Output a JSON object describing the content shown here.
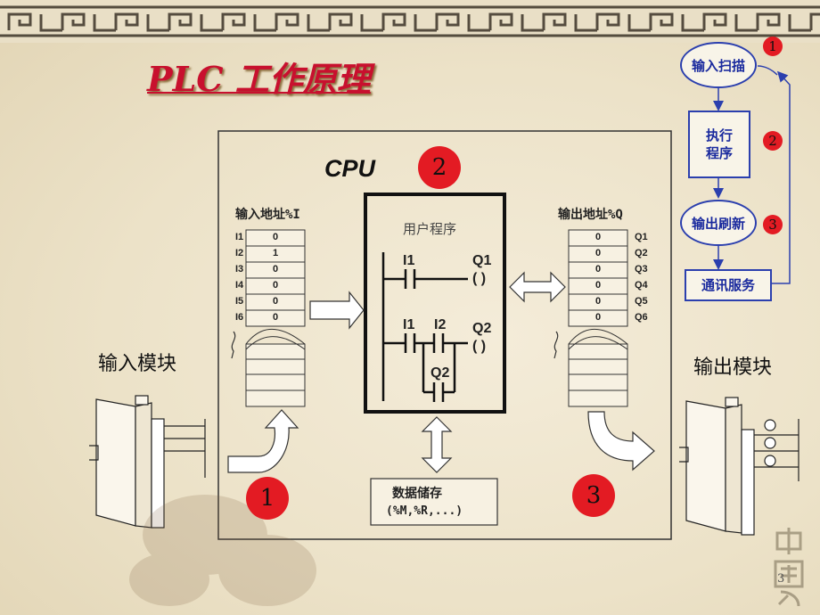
{
  "title": "PLC  工作原理",
  "page_number": "3",
  "cpu_label": "CPU",
  "markers": {
    "one": "1",
    "two": "2",
    "three": "3"
  },
  "program_box": {
    "title": "用户程序",
    "rung1": {
      "contact": "I1",
      "coil": "Q1",
      "coil_symbol": "(  )"
    },
    "rung2": {
      "contact_a": "I1",
      "contact_b": "I2",
      "coil": "Q2",
      "coil_symbol": "(  )",
      "branch": "Q2"
    }
  },
  "input_table": {
    "header": "输入地址%I",
    "rows": [
      {
        "addr": "I1",
        "val": "0"
      },
      {
        "addr": "I2",
        "val": "1"
      },
      {
        "addr": "I3",
        "val": "0"
      },
      {
        "addr": "I4",
        "val": "0"
      },
      {
        "addr": "I5",
        "val": "0"
      },
      {
        "addr": "I6",
        "val": "0"
      }
    ]
  },
  "output_table": {
    "header": "输出地址%Q",
    "rows": [
      {
        "addr": "Q1",
        "val": "0"
      },
      {
        "addr": "Q2",
        "val": "0"
      },
      {
        "addr": "Q3",
        "val": "0"
      },
      {
        "addr": "Q4",
        "val": "0"
      },
      {
        "addr": "Q5",
        "val": "0"
      },
      {
        "addr": "Q6",
        "val": "0"
      }
    ]
  },
  "data_store": {
    "line1": "数据储存",
    "line2": "(%M,%R,...)"
  },
  "input_module": "输入模块",
  "output_module": "输出模块",
  "flow": {
    "step1": "输入扫描",
    "step2": "执行\n程序",
    "step3": "输出刷新",
    "step4": "通讯服务"
  },
  "flow_markers": [
    "1",
    "2",
    "3"
  ],
  "colors": {
    "accent_red": "#e31b23",
    "title_red": "#c8102e",
    "flow_blue": "#2b3fae"
  }
}
